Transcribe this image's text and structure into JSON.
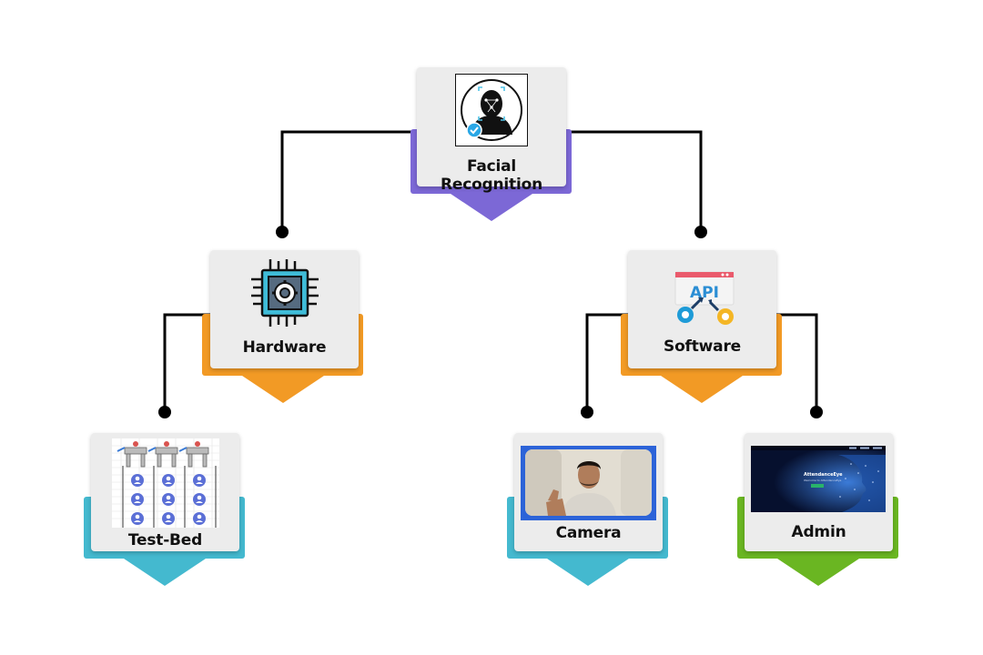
{
  "nodes": {
    "root": {
      "label": "Facial Recognition",
      "color": "#7c68d6",
      "icon": "face-scan-icon"
    },
    "hardware": {
      "label": "Hardware",
      "color": "#f29a25",
      "icon": "chip-icon"
    },
    "software": {
      "label": "Software",
      "color": "#f29a25",
      "icon": "api-icon",
      "icon_text": "API"
    },
    "testbed": {
      "label": "Test-Bed",
      "color": "#44b9cf",
      "icon": "test-bed-icon"
    },
    "camera": {
      "label": "Camera",
      "color": "#44b9cf",
      "icon": "camera-photo"
    },
    "admin": {
      "label": "Admin",
      "color": "#6ab622",
      "icon": "admin-screenshot",
      "screen_title": "AttendanceEye",
      "screen_subtitle": "Welcome to AttendanceEye"
    }
  }
}
